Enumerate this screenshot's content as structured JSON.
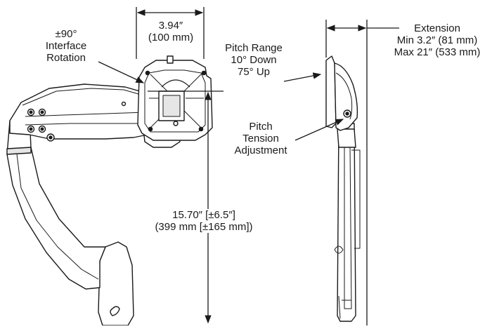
{
  "labels": {
    "width_dim": {
      "line1": "3.94″",
      "line2": "(100 mm)"
    },
    "rotation": {
      "line1": "±90°",
      "line2": "Interface",
      "line3": "Rotation"
    },
    "pitch_range": {
      "line1": "Pitch Range",
      "line2": "10° Down",
      "line3": "75° Up"
    },
    "pitch_tension": {
      "line1": "Pitch",
      "line2": "Tension",
      "line3": "Adjustment"
    },
    "height_dim": {
      "line1": "15.70″ [±6.5″]",
      "line2": "(399 mm [±165 mm])"
    },
    "extension": {
      "line1": "Extension",
      "line2": "Min 3.2″ (81 mm)",
      "line3": "Max 21″ (533 mm)"
    }
  },
  "colors": {
    "line": "#1a1a1a",
    "fill": "#ffffff",
    "shade": "#e6e6e6"
  },
  "icons": {
    "front_view": "monitor-arm-front-view",
    "side_view": "monitor-arm-side-view"
  }
}
